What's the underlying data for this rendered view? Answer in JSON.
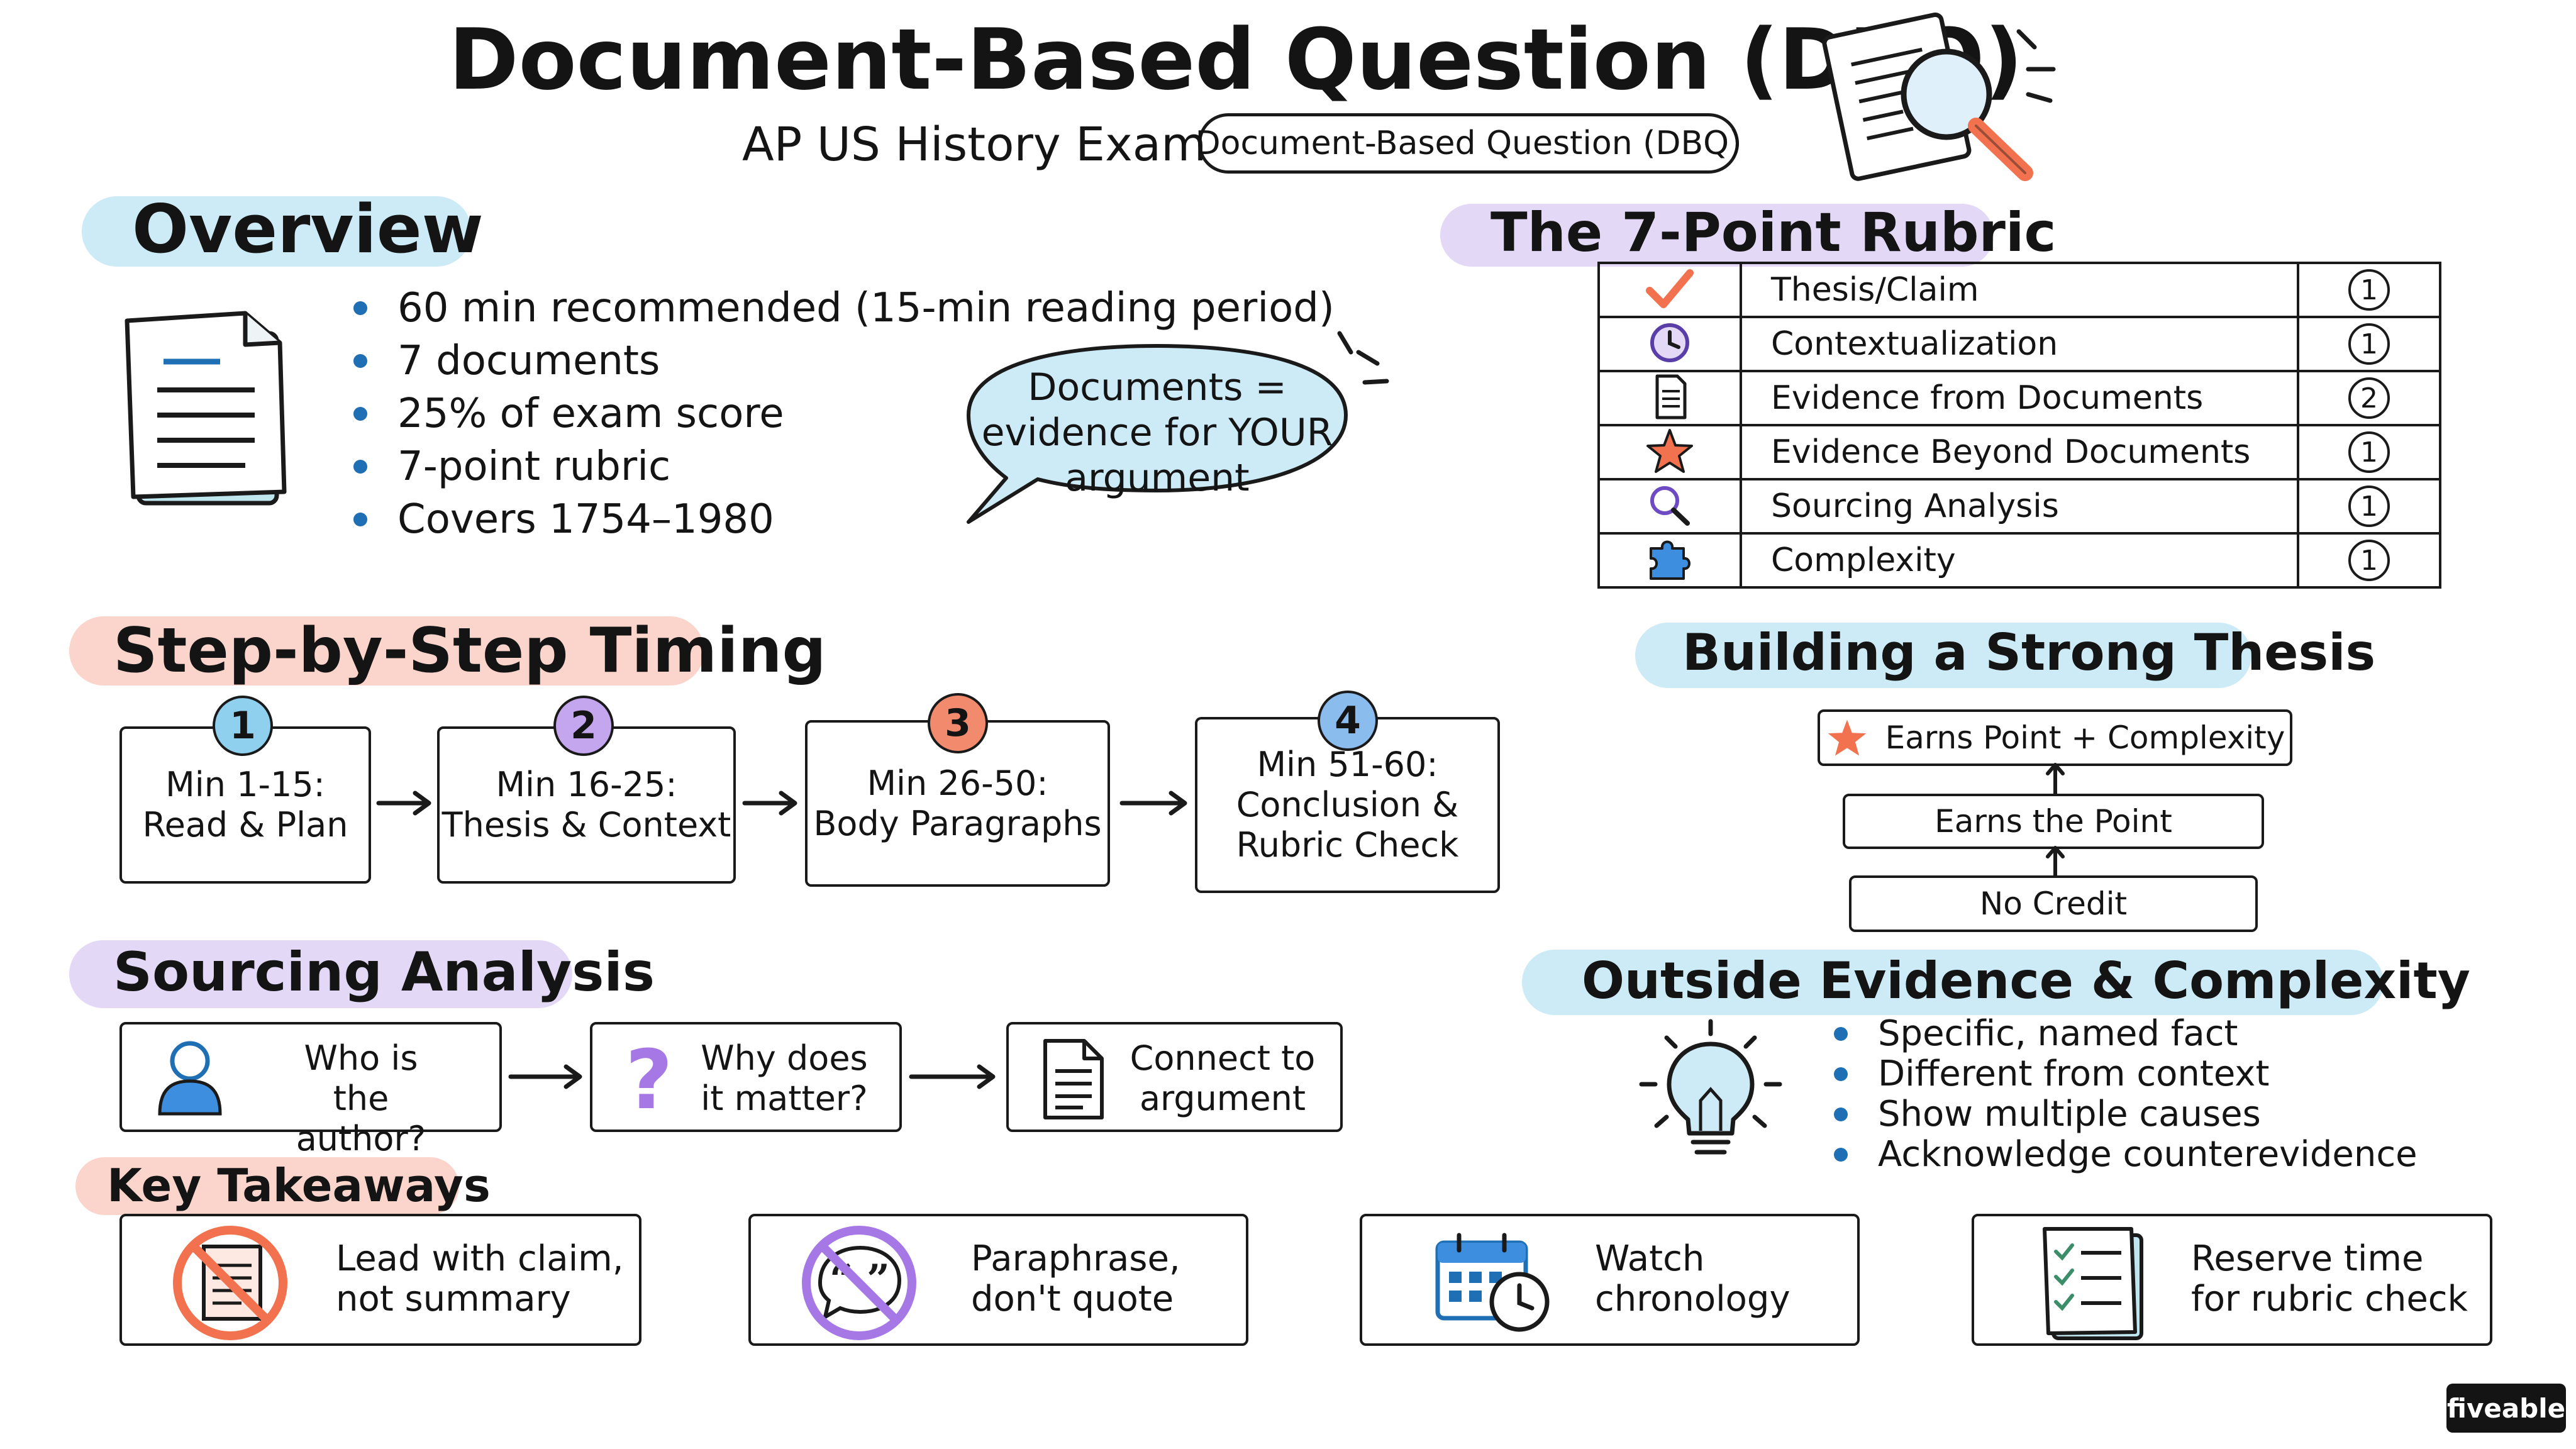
{
  "header": {
    "title": "Document-Based Question (DBQ)",
    "subtitle": "AP US History Exam",
    "pill": "Document-Based Question (DBQ)",
    "icon": "magnifying-glass-document-icon"
  },
  "overview": {
    "title": "Overview",
    "bullets": [
      "60 min recommended (15-min reading period)",
      "7 documents",
      "25% of exam score",
      "7-point rubric",
      "Covers 1754–1980"
    ],
    "bubble": [
      "Documents =",
      "evidence for YOUR",
      "argument"
    ]
  },
  "rubric": {
    "title": "The 7-Point Rubric",
    "rows": [
      {
        "label": "Thesis/Claim",
        "points": "1",
        "icon": "checkmark-icon"
      },
      {
        "label": "Contextualization",
        "points": "1",
        "icon": "clock-icon"
      },
      {
        "label": "Evidence from Documents",
        "points": "2",
        "icon": "document-icon"
      },
      {
        "label": "Evidence Beyond Documents",
        "points": "1",
        "icon": "star-icon"
      },
      {
        "label": "Sourcing Analysis",
        "points": "1",
        "icon": "magnifier-icon"
      },
      {
        "label": "Complexity",
        "points": "1",
        "icon": "puzzle-icon"
      }
    ]
  },
  "timing": {
    "title": "Step-by-Step Timing",
    "steps": [
      {
        "num": "1",
        "lines": [
          "Min 1-15:",
          "Read & Plan"
        ],
        "color": "#8fd0ee"
      },
      {
        "num": "2",
        "lines": [
          "Min 16-25:",
          "Thesis & Context"
        ],
        "color": "#c3a6ee"
      },
      {
        "num": "3",
        "lines": [
          "Min 26-50:",
          "Body Paragraphs"
        ],
        "color": "#f28a6e"
      },
      {
        "num": "4",
        "lines": [
          "Min 51-60:",
          "Conclusion &",
          "Rubric Check"
        ],
        "color": "#8bbcee"
      }
    ]
  },
  "thesis": {
    "title": "Building a Strong Thesis",
    "levels": [
      "Earns Point + Complexity",
      "Earns the Point",
      "No Credit"
    ]
  },
  "sourcing": {
    "title": "Sourcing Analysis",
    "steps": [
      {
        "lines": [
          "Who is",
          "the author?"
        ],
        "icon": "person-icon"
      },
      {
        "lines": [
          "Why does",
          "it matter?"
        ],
        "icon": "question-mark-icon"
      },
      {
        "lines": [
          "Connect to",
          "argument"
        ],
        "icon": "document-icon"
      }
    ]
  },
  "outside": {
    "title": "Outside Evidence & Complexity",
    "bullets": [
      "Specific, named fact",
      "Different from context",
      "Show multiple causes",
      "Acknowledge counterevidence"
    ],
    "icon": "lightbulb-icon"
  },
  "takeaways": {
    "title": "Key Takeaways",
    "items": [
      {
        "lines": [
          "Lead with claim,",
          "not summary"
        ],
        "icon": "no-summary-icon"
      },
      {
        "lines": [
          "Paraphrase,",
          "don't quote"
        ],
        "icon": "no-quote-icon"
      },
      {
        "lines": [
          "Watch",
          "chronology"
        ],
        "icon": "calendar-clock-icon"
      },
      {
        "lines": [
          "Reserve time",
          "for rubric check"
        ],
        "icon": "checklist-icon"
      }
    ]
  },
  "brand": "fiveable",
  "colors": {
    "blue_hl": "#cdebf7",
    "purple_hl": "#e4d8f7",
    "salmon_hl": "#fbd5cc",
    "accent_orange": "#f2714e",
    "accent_blue": "#1f6fb5",
    "accent_purple": "#a678e6"
  }
}
